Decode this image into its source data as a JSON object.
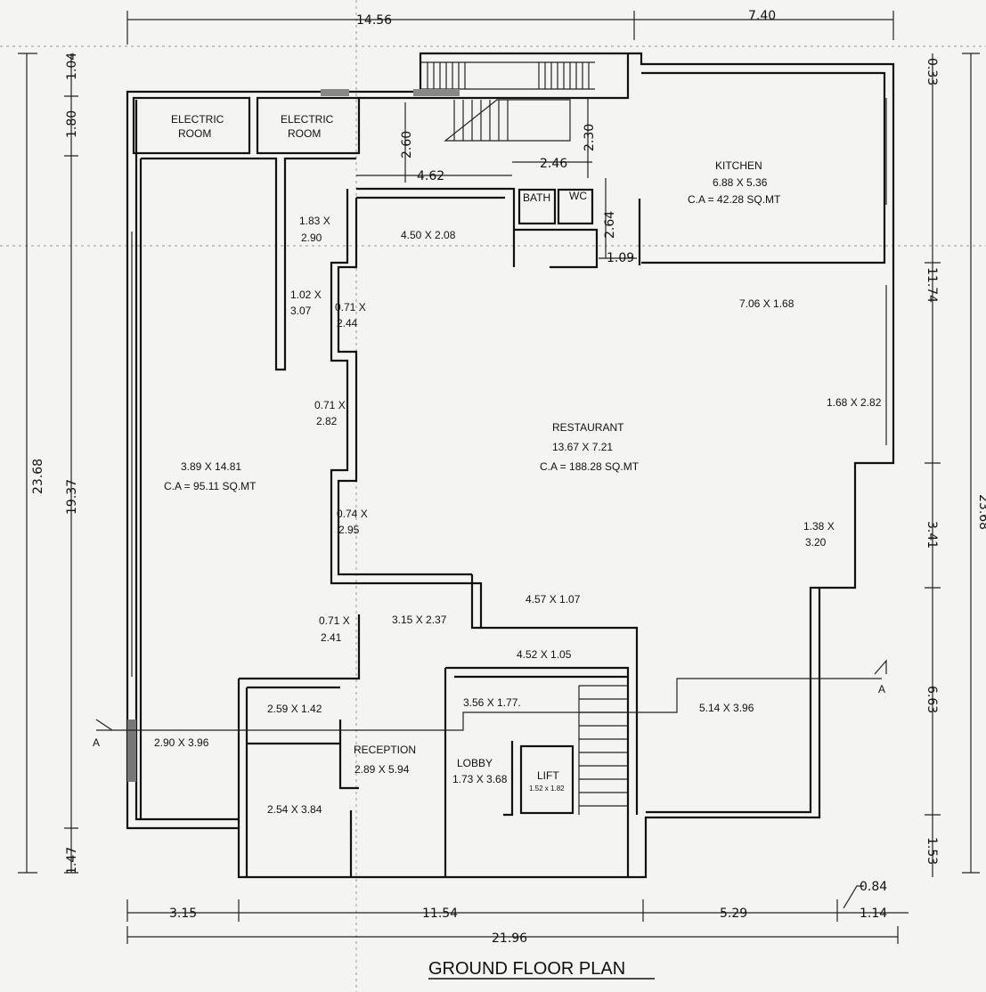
{
  "title": "GROUND FLOOR PLAN",
  "section_marker": "A",
  "rooms": {
    "electric_room_1": [
      "ELECTRIC",
      "ROOM"
    ],
    "electric_room_2": [
      "ELECTRIC",
      "ROOM"
    ],
    "kitchen": {
      "name": "KITCHEN",
      "size": "6.88 X 5.36",
      "area": "C.A = 42.28 SQ.MT"
    },
    "bath": "BATH",
    "wc": "WC",
    "restaurant": {
      "name": "RESTAURANT",
      "size": "13.67  X  7.21",
      "area": "C.A = 188.28 SQ.MT"
    },
    "left_hall": {
      "size": "3.89 X 14.81",
      "area": "C.A = 95.11 SQ.MT"
    },
    "reception": {
      "name": "RECEPTION",
      "size": "2.89 X 5.94"
    },
    "lobby": {
      "name": "LOBBY",
      "size": "1.73 X 3.68"
    },
    "lift": {
      "name": "LIFT",
      "size": "1.52 x 1.82"
    }
  },
  "area_labels": {
    "a1": [
      "1.83 X",
      "2.90"
    ],
    "a2": "4.50 X 2.08",
    "a3": [
      "1.02 X",
      "3.07"
    ],
    "a4": [
      "0.71 X",
      "2.44"
    ],
    "a5": "7.06 X 1.68",
    "a6": [
      "0.71 X",
      "2.82"
    ],
    "a7": "1.68 X 2.82",
    "a8": [
      "0.74 X",
      "2.95"
    ],
    "a9": [
      "1.38 X",
      "3.20"
    ],
    "a10": "4.57 X 1.07",
    "a11": [
      "0.71 X",
      "2.41"
    ],
    "a12": "3.15 X  2.37",
    "a13": "4.52 X 1.05",
    "a14": "3.56 X 1.77.",
    "a15": "2.59 X 1.42",
    "a16": "5.14 X 3.96",
    "a17": "2.90 X 3.96",
    "a18": "2.54 X 3.84"
  },
  "dimensions": {
    "top_left": "14.56",
    "top_right": "7.40",
    "left_outer": "23.68",
    "left_1": "1.04",
    "left_2": "1.80",
    "left_3": "19.37",
    "left_4": "1.47",
    "right_outer": "23.68",
    "right_1": "0.33",
    "right_2": "11.74",
    "right_3": "3.41",
    "right_4": "6.63",
    "right_5": "1.53",
    "inner_260": "2.60",
    "inner_230": "2.30",
    "inner_462": "4.62",
    "inner_246": "2.46",
    "inner_264": "2.64",
    "inner_109": "1.09",
    "bottom_1": "3.15",
    "bottom_2": "11.54",
    "bottom_3": "5.29",
    "bottom_4": "1.14",
    "bottom_5": "0.84",
    "bottom_total": "21.96"
  }
}
